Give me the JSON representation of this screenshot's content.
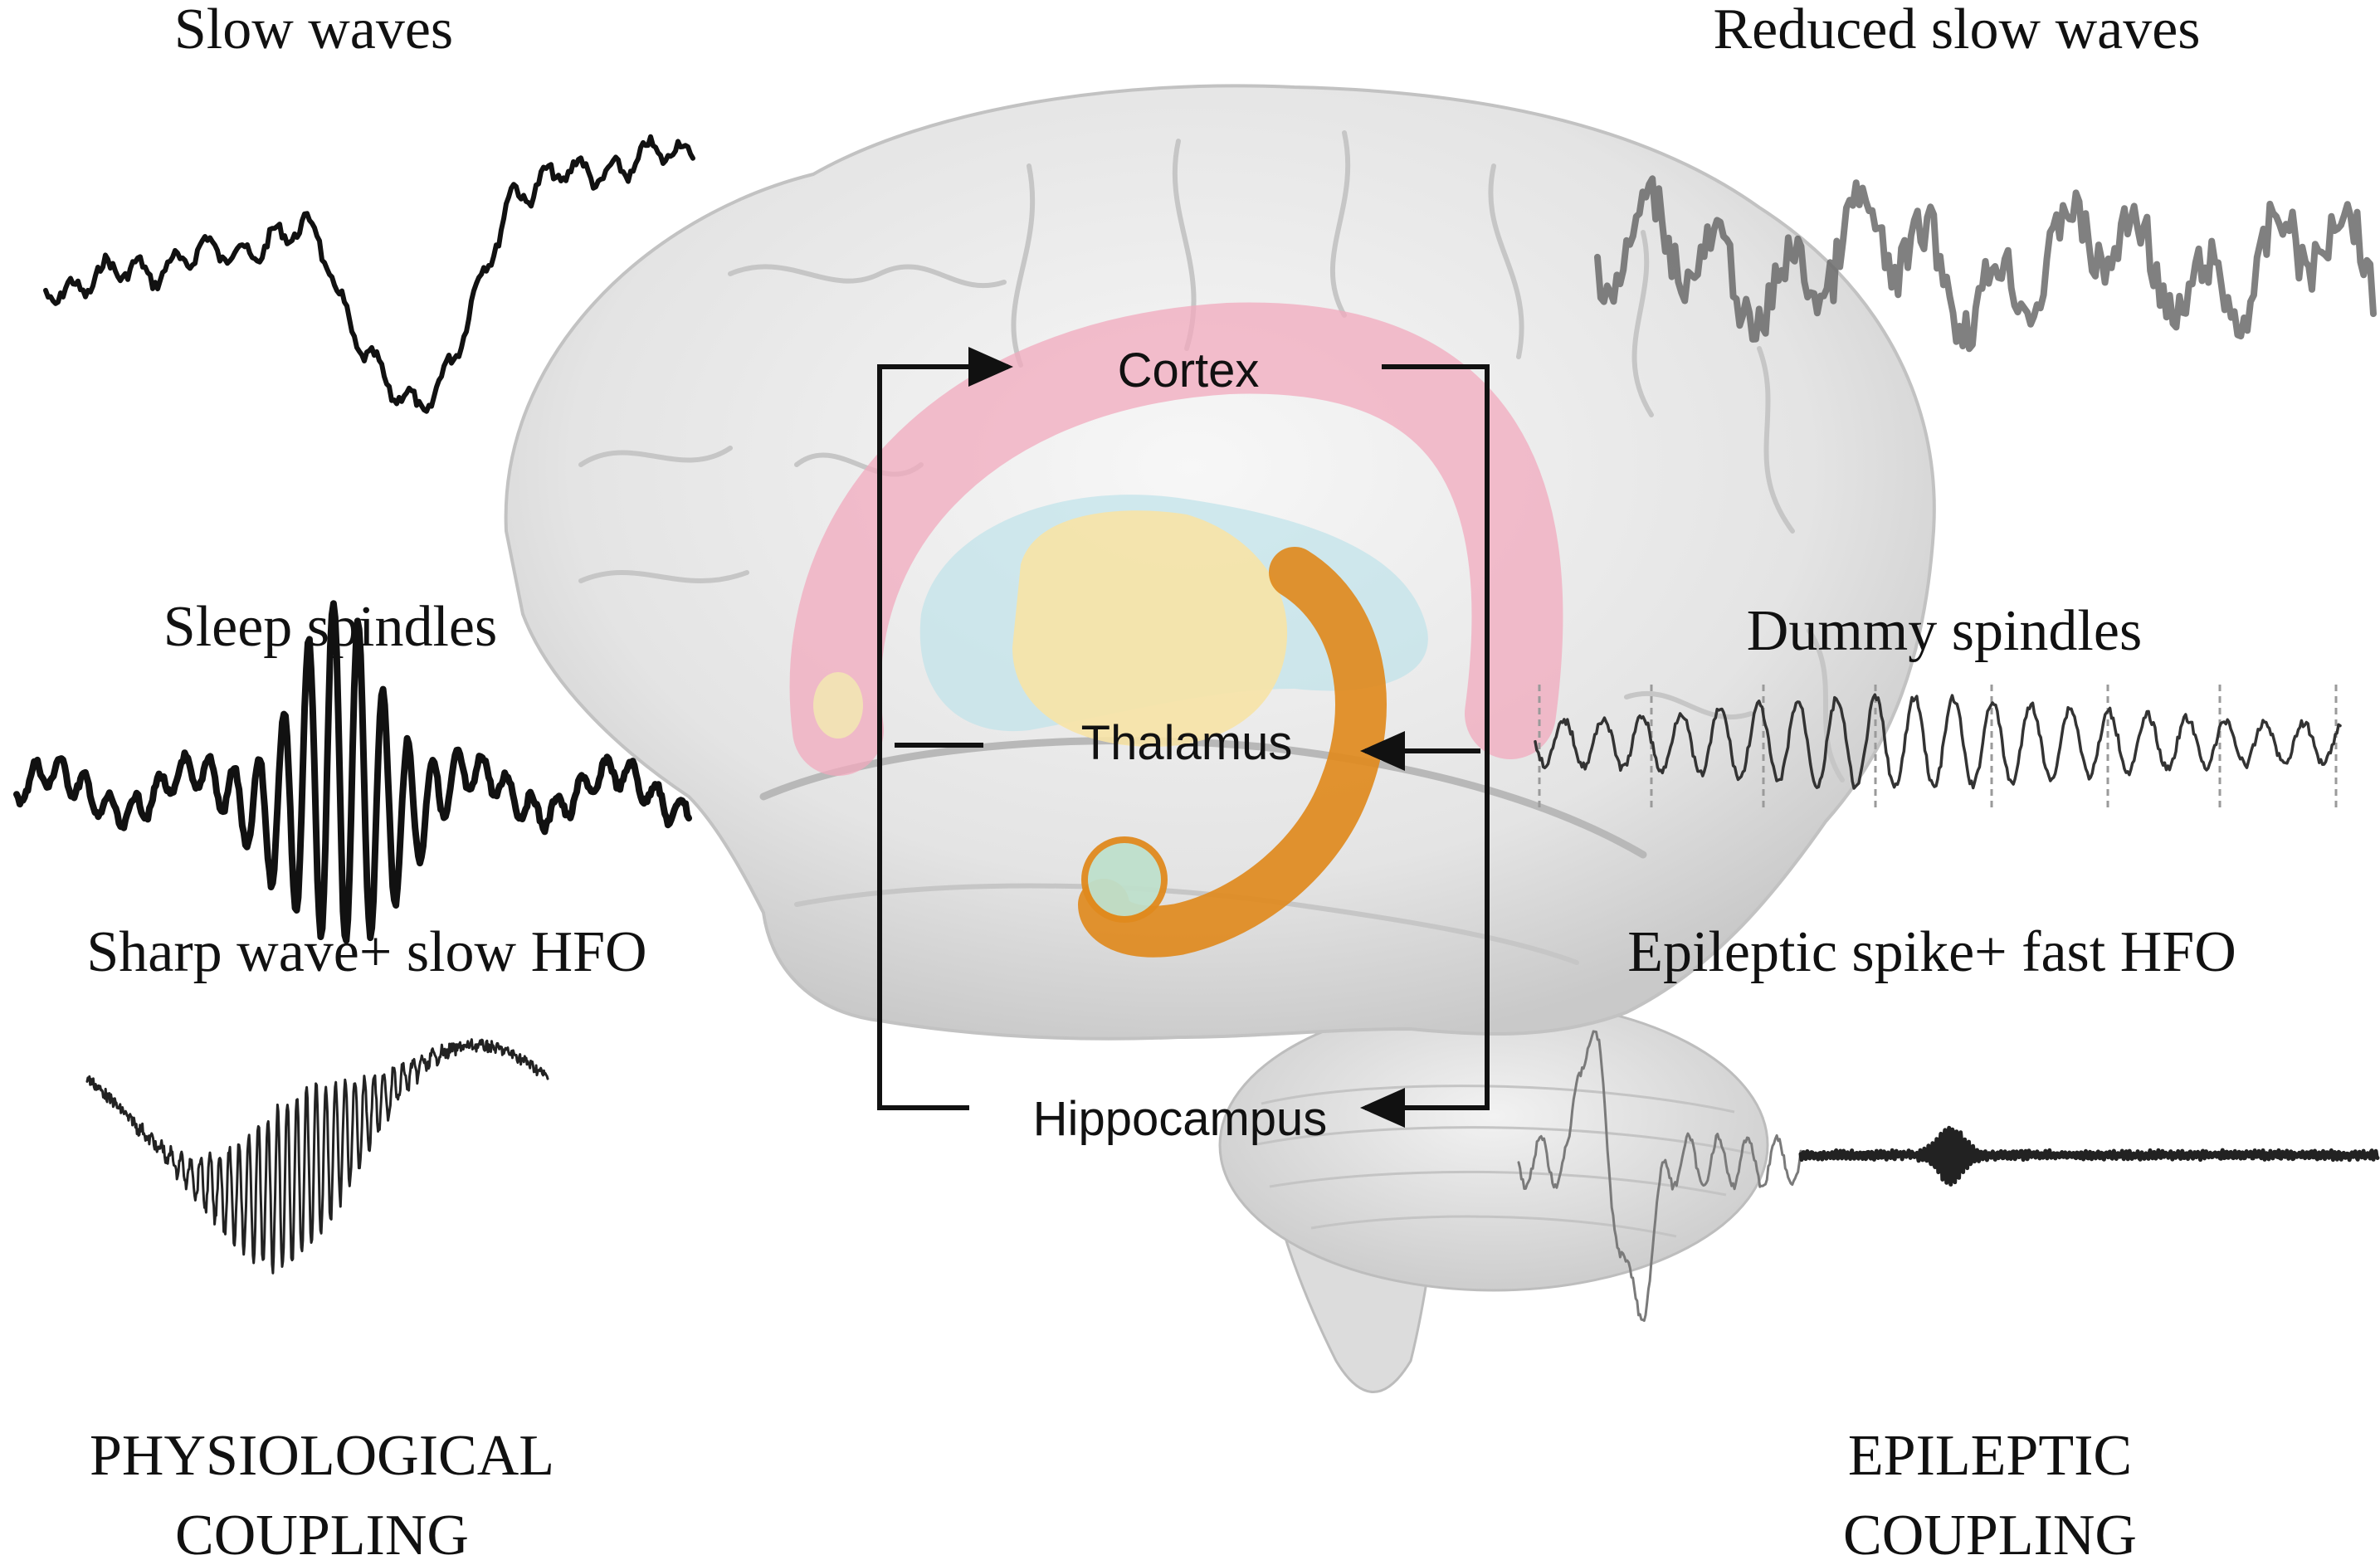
{
  "left_panel": {
    "slow_waves": "Slow waves",
    "sleep_spindles": "Sleep spindles",
    "sharp_wave": "Sharp wave+ slow HFO",
    "footer_line1": "PHYSIOLOGICAL",
    "footer_line2": "COUPLING"
  },
  "right_panel": {
    "reduced_slow_waves": "Reduced slow waves",
    "dummy_spindles": "Dummy spindles",
    "epileptic_spike": "Epileptic spike+ fast HFO",
    "footer_line1": "EPILEPTIC",
    "footer_line2": "COUPLING"
  },
  "brain_regions": {
    "cortex": "Cortex",
    "thalamus": "Thalamus",
    "hippocampus": "Hippocampus"
  },
  "colors": {
    "cortex": "#f2a9bd",
    "thalamus": "#f7e3a6",
    "basal": "#bfe3ea",
    "hippocampus": "#e08a1e",
    "amygdala": "#bfe0cc",
    "brain": "#e9e9e9"
  }
}
